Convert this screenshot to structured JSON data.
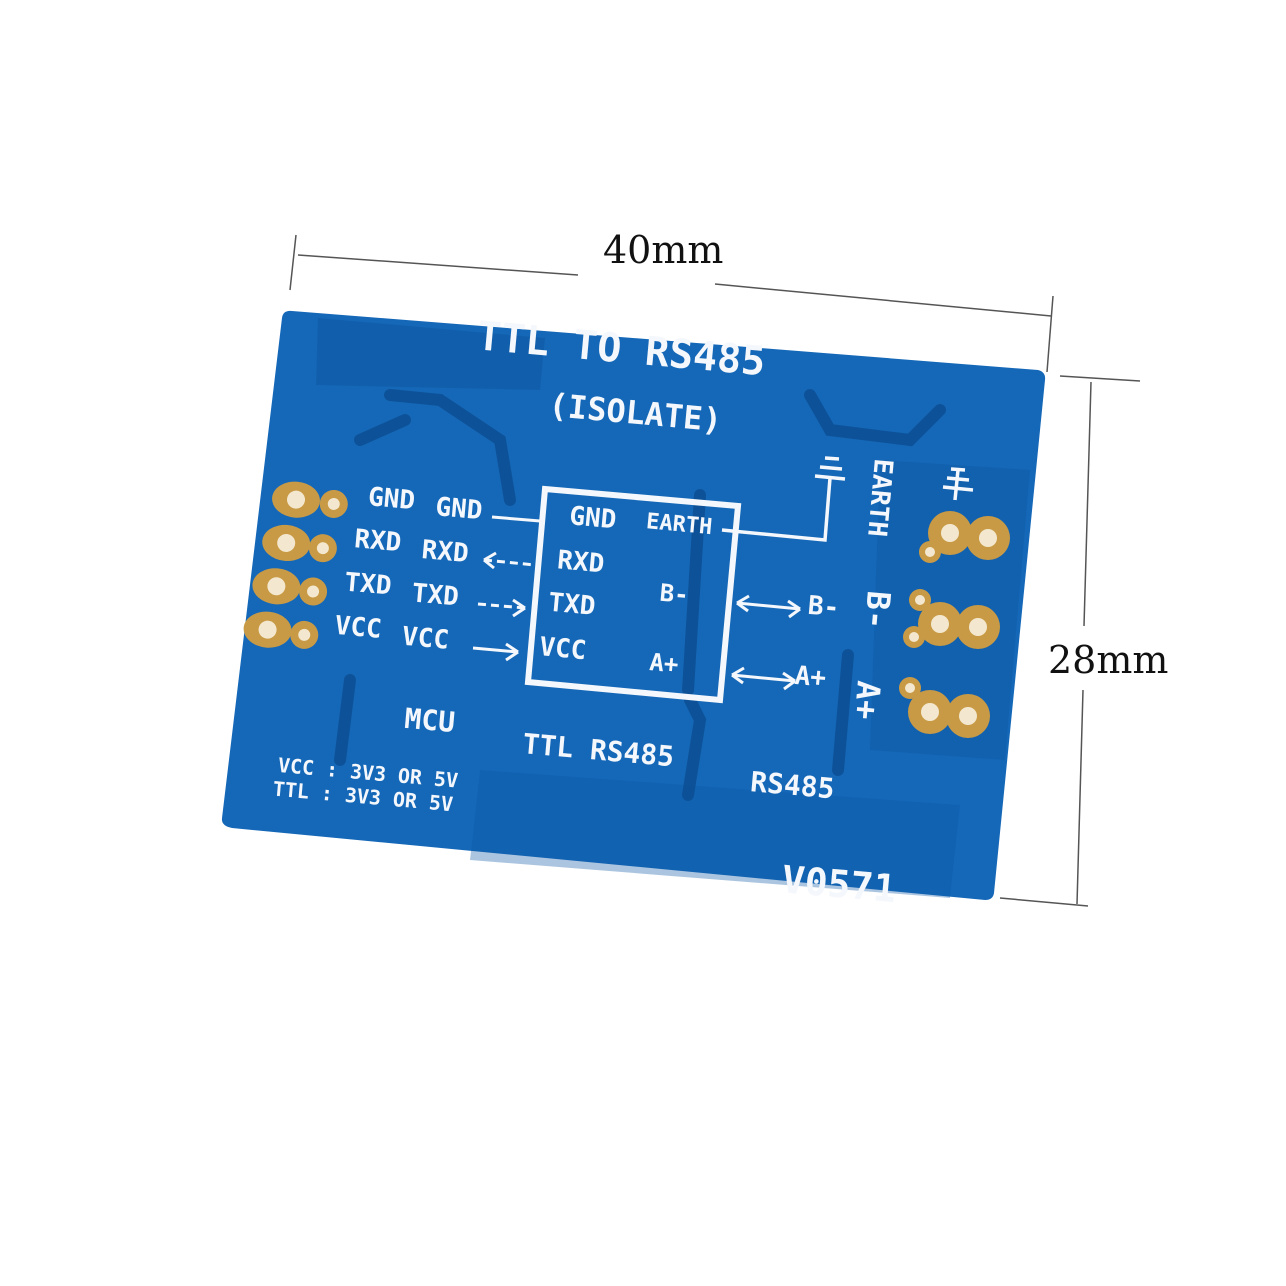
{
  "dimensions": {
    "width_label": "40mm",
    "height_label": "28mm"
  },
  "board": {
    "title": "TTL TO RS485",
    "subtitle": "(ISOLATE)",
    "left_pins": [
      {
        "outer": "GND",
        "inner": "GND"
      },
      {
        "outer": "RXD",
        "inner": "RXD"
      },
      {
        "outer": "TXD",
        "inner": "TXD"
      },
      {
        "outer": "VCC",
        "inner": "VCC"
      }
    ],
    "chip": {
      "left": [
        "GND",
        "RXD",
        "TXD",
        "VCC"
      ],
      "right": [
        "EARTH",
        "B-",
        "A+"
      ]
    },
    "right_labels": {
      "b": "B-",
      "a": "A+"
    },
    "terminals": {
      "earth": "EARTH",
      "b": "B-",
      "a": "A+"
    },
    "bottom": {
      "mcu": "MCU",
      "ttl_rs485": "TTL RS485",
      "rs485": "RS485",
      "spec_line1": "VCC : 3V3 OR 5V",
      "spec_line2": "TTL : 3V3 OR 5V",
      "version": "V0571"
    },
    "colors": {
      "pcb": "#1568b8",
      "pcb_dark": "#0c4f93",
      "silkscreen": "#f4f7fb",
      "pad_gold": "#c99a45"
    }
  }
}
